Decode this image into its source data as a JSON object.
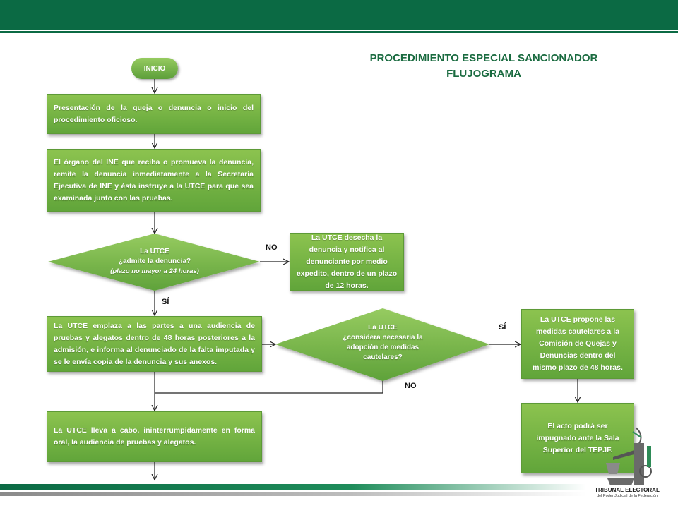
{
  "title": {
    "line1": "PROCEDIMIENTO ESPECIAL SANCIONADOR",
    "line2": "FLUJOGRAMA"
  },
  "nodes": {
    "inicio": "INICIO",
    "presentacion": "Presentación de la queja o denuncia o inicio del procedimiento oficioso.",
    "organo": "El órgano del INE que reciba o promueva la denuncia, remite la denuncia inmediatamente a la Secretaría Ejecutiva de INE y ésta instruye a la UTCE para que sea examinada junto con las pruebas.",
    "decision1": {
      "line1": "La UTCE",
      "line2": "¿admite la denuncia?",
      "line3": "(plazo no mayor a 24 horas)"
    },
    "desecha": "La UTCE desecha la denuncia y notifica al denunciante por medio expedito, dentro de un plazo de 12 horas.",
    "emplaza": "La UTCE emplaza a las partes a una audiencia de pruebas y alegatos dentro de 48 horas posteriores a la admisión, e informa al denunciado de la falta imputada y se le envía copia de la denuncia y sus anexos.",
    "decision2": {
      "line1": "La UTCE",
      "line2": "¿considera necesaria la",
      "line3": "adopción de medidas",
      "line4": "cautelares?"
    },
    "propone": "La UTCE propone las medidas cautelares a la Comisión de Quejas y Denuncias dentro del mismo plazo de 48 horas.",
    "audiencia": "La UTCE lleva a cabo, ininterrumpidamente en forma oral, la audiencia de pruebas y alegatos.",
    "impugnado": "El acto podrá ser impugnado ante la Sala Superior del TEPJF."
  },
  "labels": {
    "no1": "NO",
    "si1": "SÍ",
    "si2": "SÍ",
    "no2": "NO"
  },
  "logo": {
    "line1": "TRIBUNAL ELECTORAL",
    "line2": "del Poder Judicial de la Federación"
  },
  "colors": {
    "brand_green": "#0b6a44",
    "box_green": "#7ab648",
    "title_green": "#1a6b40"
  }
}
